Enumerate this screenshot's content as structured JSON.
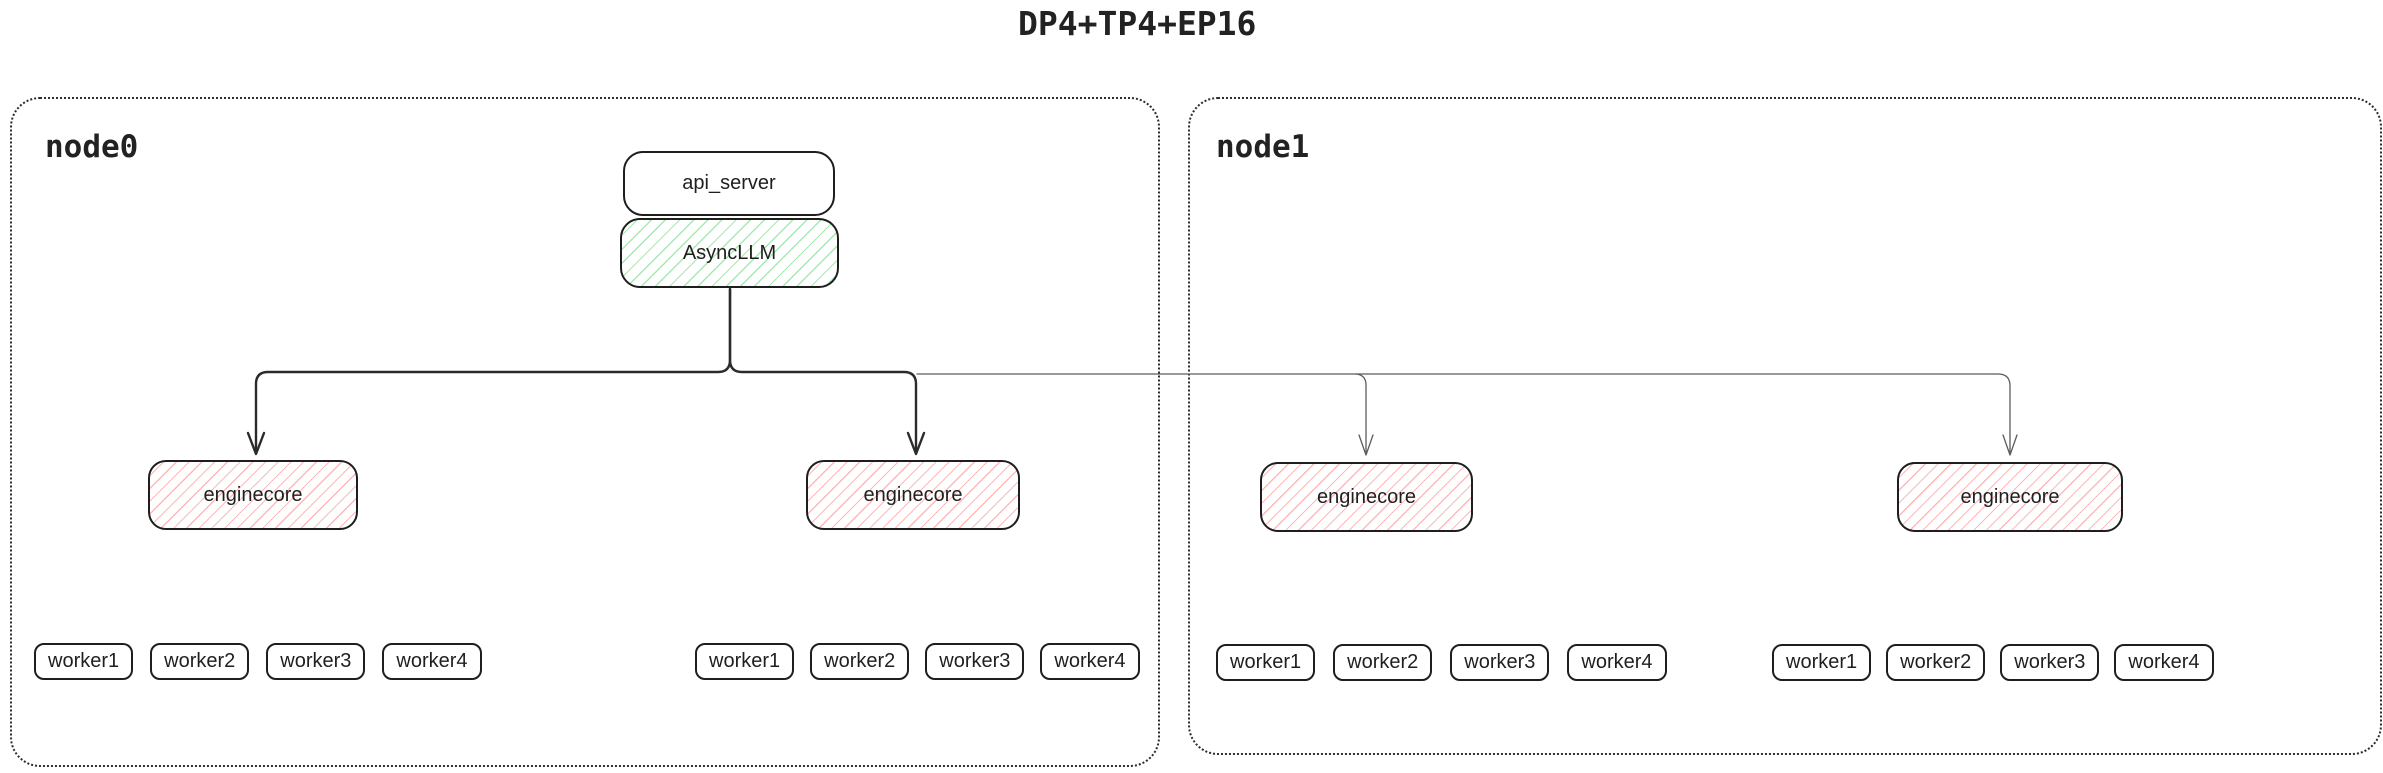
{
  "title": "DP4+TP4+EP16",
  "colors": {
    "box_border": "#1e1e1e",
    "green_hatch": "#69db7c99",
    "red_hatch": "#ff8a8a99",
    "thick_line": "#2b2b2b",
    "thin_line": "#5c5c5c"
  },
  "node0": {
    "label": "node0",
    "api_server_label": "api_server",
    "asyncllm_label": "AsyncLLM",
    "enginecore_labels": [
      "enginecore",
      "enginecore"
    ],
    "worker_groups": [
      [
        "worker1",
        "worker2",
        "worker3",
        "worker4"
      ],
      [
        "worker1",
        "worker2",
        "worker3",
        "worker4"
      ]
    ]
  },
  "node1": {
    "label": "node1",
    "enginecore_labels": [
      "enginecore",
      "enginecore"
    ],
    "worker_groups": [
      [
        "worker1",
        "worker2",
        "worker3",
        "worker4"
      ],
      [
        "worker1",
        "worker2",
        "worker3",
        "worker4"
      ]
    ]
  }
}
